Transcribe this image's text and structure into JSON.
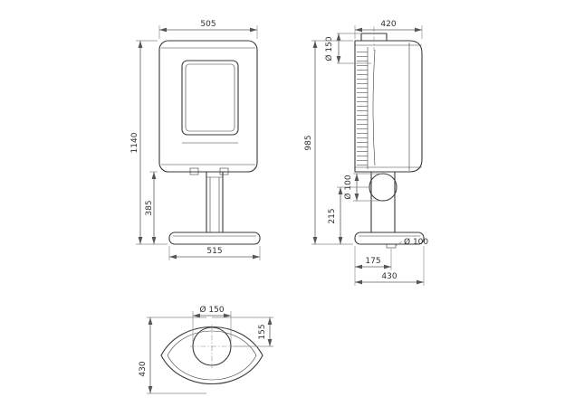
{
  "drawing": {
    "title": "stove-dimension-drawing",
    "front_view": {
      "width": "505",
      "height": "1140",
      "pedestal_height": "385",
      "base_width": "515"
    },
    "side_view": {
      "depth": "420",
      "flue_diameter": "Ø 150",
      "flue_height": "985",
      "rear_outlet_diameter": "Ø 100",
      "rear_outlet_height": "215",
      "floor_outlet_diameter": "Ø 100",
      "floor_outlet_offset": "175",
      "base_depth": "430"
    },
    "top_view": {
      "flue_diameter": "Ø 150",
      "flue_offset": "155",
      "depth": "430"
    }
  }
}
